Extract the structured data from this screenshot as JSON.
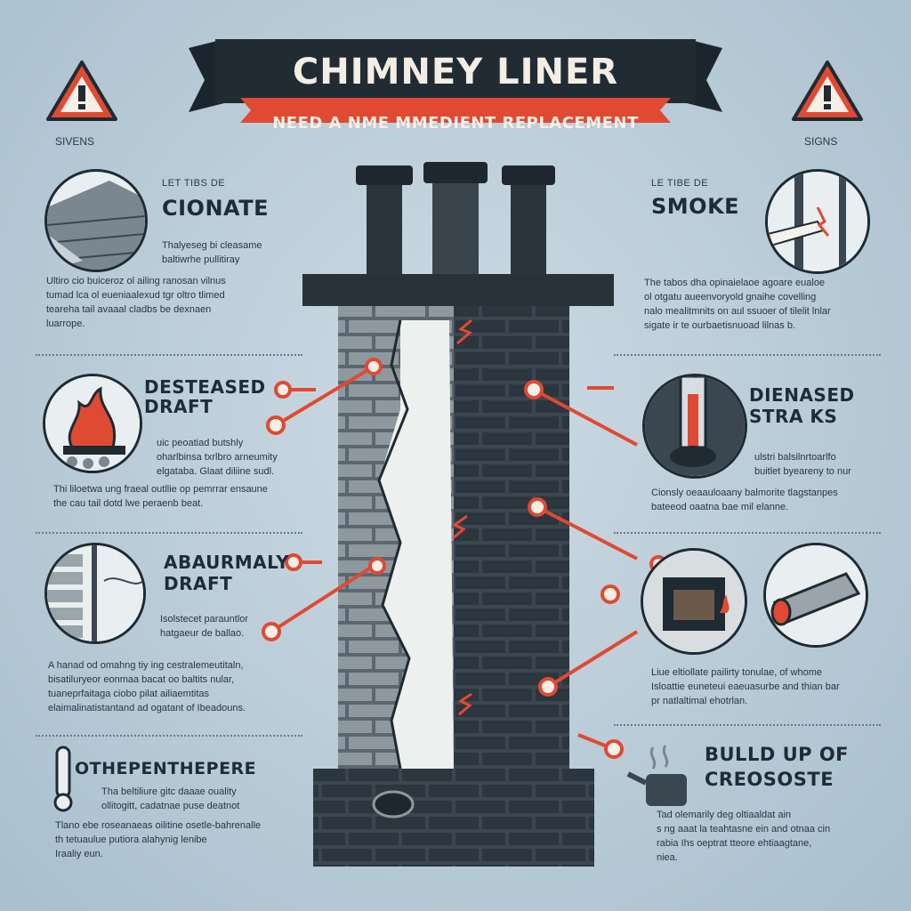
{
  "header": {
    "title": "CHIMNEY LINER",
    "subtitle": "NEED A NME MMEDIENT REPLACEMENT"
  },
  "corner_labels": {
    "left": "SIVENS",
    "right": "SIGNS"
  },
  "icons": {
    "warning": "warning-triangle-icon"
  },
  "colors": {
    "accent": "#e04a32",
    "dark": "#1f2a33",
    "brick": "#3a4650"
  },
  "left_sections": [
    {
      "kicker": "LET TIBS DE",
      "heading": "CIONATE",
      "lines": [
        "Thalyeseg bi cleasame",
        "baltiwrhe pullitiray"
      ],
      "paragraph": [
        "Ultiro cio buiceroz ol ailing ranosan vilnus",
        "tumad lca ol eueniaalexud tgr oltro tlimed",
        "teareha tail avaaal cladbs be dexnaen",
        "luarrope."
      ]
    },
    {
      "heading": "DESTEASED DRAFT",
      "lines": [
        "uic peoatiad butshly",
        "oharlbinsa txrlbro arneumity",
        "elgataba. Glaat diliine sudl."
      ],
      "paragraph": [
        "Thi liloetwa ung fraeal outllie op pemrrar ensaune",
        "the cau tail dotd lwe peraenb beat."
      ]
    },
    {
      "heading": "ABAURMALY DRAFT",
      "lines": [
        "Isolstecet parauntlor",
        "hatgaeur de ballao."
      ],
      "paragraph": [
        "A hanad od omahng tiy ing cestralemeutitaln,",
        "bisatiluryeor eonmaa bacat oo baltits nular,",
        "tuaneprfaitaga ciobo pilat ailiaemtitas",
        "elaimalinatistantand ad ogatant of Ibeadouns."
      ]
    },
    {
      "heading": "OTHEPENTHEPERE",
      "lines": [
        "Tha beltiliure gitc daaae ouality",
        "ollitogitt, cadatnae puse deatnot"
      ],
      "paragraph": [
        "Tlano ebe roseanaeas oilitine osetle-bahrenalle",
        "th tetuaulue putiora alahynig lenibe",
        "Iraaliy eun."
      ]
    }
  ],
  "right_sections": [
    {
      "kicker": "LE TIBE DE",
      "heading": "SMOKE",
      "paragraph": [
        "The tabos dha opinaielaoe agoare eualoe",
        "ol otgatu aueenvoryold gnaihe covelling",
        "nalo mealitmnits on aul ssuoer of tilelit lnlar",
        "sigate ir te ourbaetisnuoad lilnas b."
      ]
    },
    {
      "heading": "DIENASED STRA KS",
      "lines": [
        "ulstri balsilnrtoarlfo",
        "buitlet byeareny to nur"
      ],
      "paragraph": [
        "Cionsly oeaauloaany balmorite tlagstanpes",
        "bateeod oaatna bae mil elanne."
      ]
    },
    {
      "paragraph": [
        "Liue eltiollate pailirty tonulae, of whome",
        "Isloattie euneteui eaeuasurbe and thian bar",
        "pr natlaltimal ehotrlan."
      ]
    },
    {
      "heading": "BULLD UP OF CREOSOSTE",
      "paragraph": [
        "Tad olemarily deg oltiaaldat ain",
        "s ng aaat la teahtasne ein and otnaa cin",
        "rabia Ihs oeptrat tteore ehtiaagtane,",
        "niea."
      ]
    }
  ]
}
